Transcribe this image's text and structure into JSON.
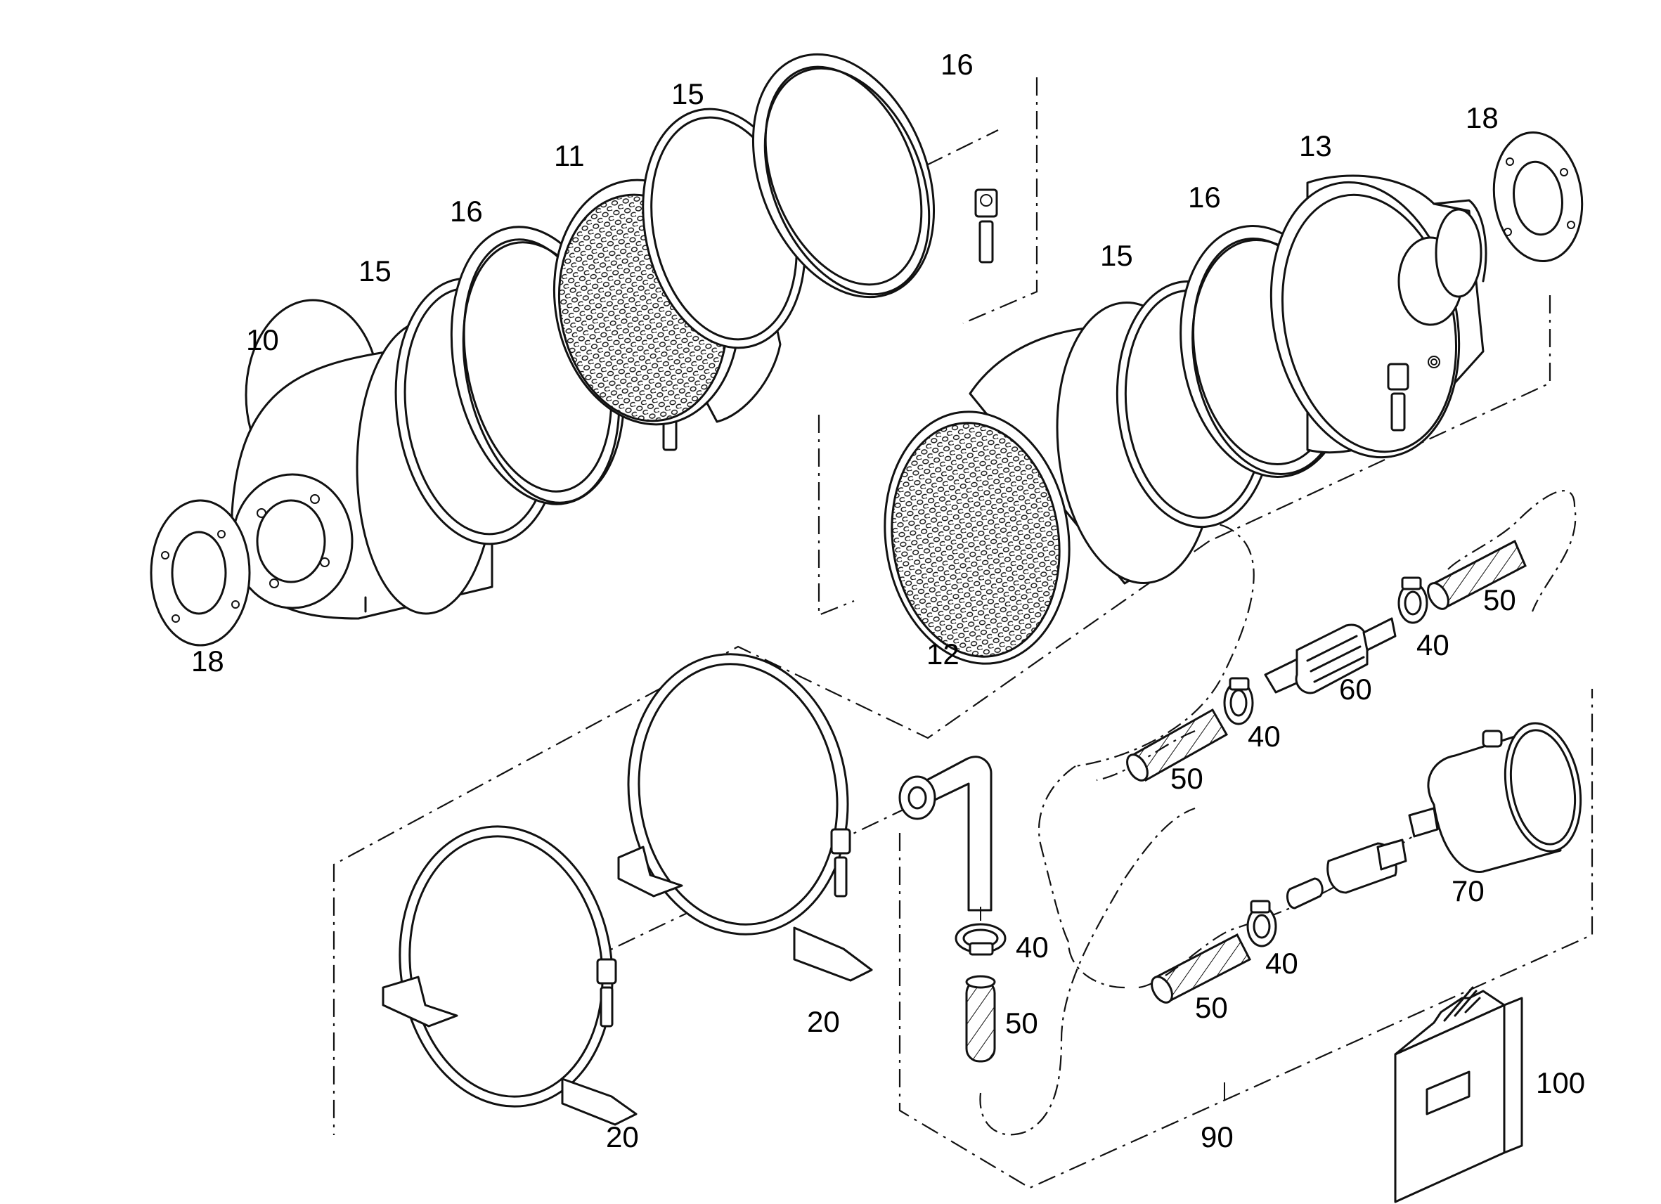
{
  "callouts": {
    "c10": "10",
    "c11": "11",
    "c12": "12",
    "c13": "13",
    "c15a": "15",
    "c15b": "15",
    "c16a": "16",
    "c16b": "16",
    "c16c": "16",
    "c18a": "18",
    "c18b": "18",
    "c20a": "20",
    "c20b": "20",
    "c40a": "40",
    "c40b": "40",
    "c40c": "40",
    "c40d": "40",
    "c50a": "50",
    "c50b": "50",
    "c50c": "50",
    "c50d": "50",
    "c60": "60",
    "c70": "70",
    "c90": "90",
    "c100": "100"
  }
}
